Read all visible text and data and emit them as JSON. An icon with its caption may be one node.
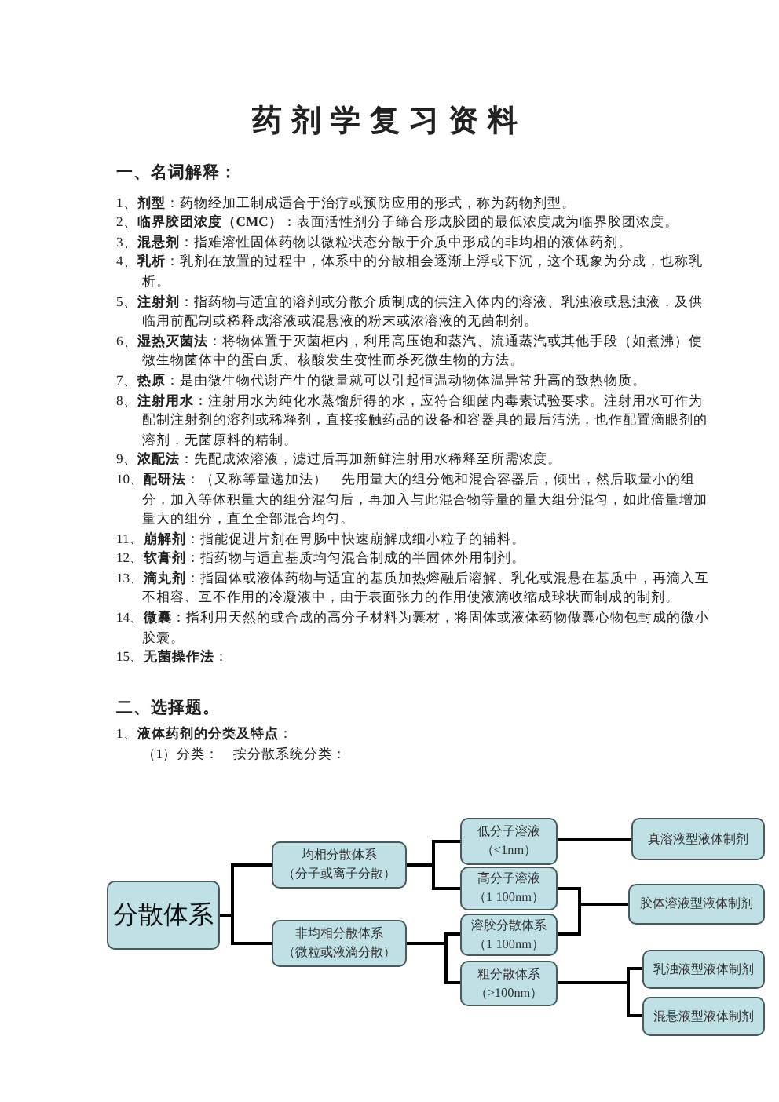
{
  "diagram": {
    "title": "药剂学复习资料",
    "nodes": [
      {
        "text": [
          "分散体系"
        ]
      },
      {
        "text": [
          "均相分散体系",
          "（分子或离子分散）"
        ]
      },
      {
        "text": [
          "非均相分散体系",
          "（微粒或液滴分散）"
        ]
      },
      {
        "text": [
          "低分子溶液",
          "（<1nm）"
        ]
      },
      {
        "text": [
          "高分子溶液",
          "（1 100nm）"
        ]
      },
      {
        "text": [
          "溶胶分散体系",
          "（1 100nm）"
        ]
      },
      {
        "text": [
          "粗分散体系",
          "（>100nm）"
        ]
      },
      {
        "text": [
          "真溶液型液体制剂"
        ]
      },
      {
        "text": [
          "胶体溶液型液体制剂"
        ]
      },
      {
        "text": [
          "乳浊液型液体制剂"
        ]
      },
      {
        "text": [
          "混悬液型液体制剂"
        ]
      }
    ],
    "edges": [
      {
        "from": 0,
        "to": 1,
        "arrow": "none"
      },
      {
        "from": 0,
        "to": 2,
        "arrow": "none"
      },
      {
        "from": 1,
        "to": 3,
        "arrow": "none"
      },
      {
        "from": 1,
        "to": 4,
        "arrow": "none"
      },
      {
        "from": 2,
        "to": 5,
        "arrow": "none"
      },
      {
        "from": 2,
        "to": 6,
        "arrow": "none"
      },
      {
        "from": 3,
        "to": 7,
        "arrow": "none"
      },
      {
        "from": 4,
        "to": 8,
        "arrow": "none"
      },
      {
        "from": 5,
        "to": 8,
        "arrow": "none"
      },
      {
        "from": 6,
        "to": 9,
        "arrow": "none"
      },
      {
        "from": 6,
        "to": 10,
        "arrow": "none"
      }
    ],
    "labels": [
      "一、名词解释：",
      "1、**剂型**：药物经加工制成适合于治疗或预防应用的形式，称为药物剂型。",
      "2、**临界胶团浓度（CMC）**：表面活性剂分子缔合形成胶团的最低浓度成为临界胶团浓度。",
      "3、**混悬剂**：指难溶性固体药物以微粒状态分散于介质中形成的非均相的液体药剂。",
      "4、**乳析**：乳剂在放置的过程中，体系中的分散相会逐渐上浮或下沉，这个现象为分成，也称乳析。",
      "5、**注射剂**：指药物与适宜的溶剂或分散介质制成的供注入体内的溶液、乳浊液或悬浊液，及供临用前配制或稀释成溶液或混悬液的粉末或浓溶液的无菌制剂。",
      "6、**湿热灭菌法**：将物体置于灭菌柜内，利用高压饱和蒸汽、流通蒸汽或其他手段（如煮沸）使微生物菌体中的蛋白质、核酸发生变性而杀死微生物的方法。",
      "7、**热原**：是由微生物代谢产生的微量就可以引起恒温动物体温异常升高的致热物质。",
      "8、**注射用水**：注射用水为纯化水蒸馏所得的水，应符合细菌内毒素试验要求。注射用水可作为配制注射剂的溶剂或稀释剂，直接接触药品的设备和容器具的最后清洗，也作配置滴眼剂的溶剂，无菌原料的精制。",
      "9、**浓配法**：先配成浓溶液，滤过后再加新鲜注射用水稀释至所需浓度。",
      "10、**配研法**：（又称等量递加法）　先用量大的组分饱和混合容器后，倾出，然后取量小的组分，加入等体积量大的组分混匀后，再加入与此混合物等量的量大组分混匀，如此倍量增加量大的组分，直至全部混合均匀。",
      "11、**崩解剂**：指能促进片剂在胃肠中快速崩解成细小粒子的辅料。",
      "12、**软膏剂**：指药物与适宜基质均匀混合制成的半固体外用制剂。",
      "13、**滴丸剂**：指固体或液体药物与适宜的基质加热熔融后溶解、乳化或混悬在基质中，再滴入互不相容、互不作用的冷凝液中，由于表面张力的作用使液滴收缩成球状而制成的制剂。",
      "14、**微囊**：指利用天然的或合成的高分子材料为囊材，将固体或液体药物做囊心物包封成的微小胶囊。",
      "15、**无菌操作法**：",
      "二、选择题。",
      "1、**液体药剂的分类及特点**：",
      "（1）分类：　按分散系统分类："
    ]
  }
}
